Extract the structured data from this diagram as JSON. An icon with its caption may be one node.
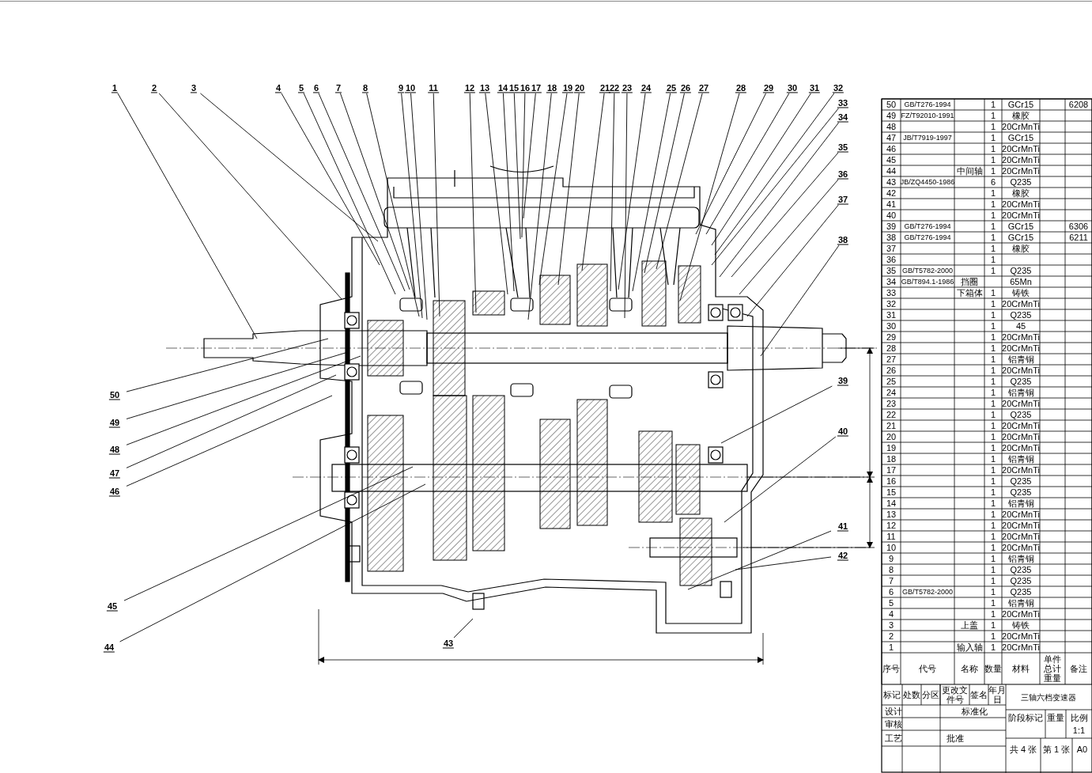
{
  "diagram": {
    "title": "三轴六档变速器",
    "nodes": [
      {
        "text": [
          "1"
        ]
      },
      {
        "text": [
          "2"
        ]
      },
      {
        "text": [
          "3"
        ]
      },
      {
        "text": [
          "4"
        ]
      },
      {
        "text": [
          "5"
        ]
      },
      {
        "text": [
          "6"
        ]
      },
      {
        "text": [
          "7"
        ]
      },
      {
        "text": [
          "8"
        ]
      },
      {
        "text": [
          "9"
        ]
      },
      {
        "text": [
          "10"
        ]
      },
      {
        "text": [
          "11"
        ]
      },
      {
        "text": [
          "12"
        ]
      },
      {
        "text": [
          "13"
        ]
      },
      {
        "text": [
          "14"
        ]
      },
      {
        "text": [
          "15"
        ]
      },
      {
        "text": [
          "16"
        ]
      },
      {
        "text": [
          "17"
        ]
      },
      {
        "text": [
          "18"
        ]
      },
      {
        "text": [
          "19"
        ]
      },
      {
        "text": [
          "20"
        ]
      },
      {
        "text": [
          "21"
        ]
      },
      {
        "text": [
          "22"
        ]
      },
      {
        "text": [
          "23"
        ]
      },
      {
        "text": [
          "24"
        ]
      },
      {
        "text": [
          "25"
        ]
      },
      {
        "text": [
          "26"
        ]
      },
      {
        "text": [
          "27"
        ]
      },
      {
        "text": [
          "28"
        ]
      },
      {
        "text": [
          "29"
        ]
      },
      {
        "text": [
          "30"
        ]
      },
      {
        "text": [
          "31"
        ]
      },
      {
        "text": [
          "32"
        ]
      },
      {
        "text": [
          "33"
        ]
      },
      {
        "text": [
          "34"
        ]
      },
      {
        "text": [
          "35"
        ]
      },
      {
        "text": [
          "36"
        ]
      },
      {
        "text": [
          "37"
        ]
      },
      {
        "text": [
          "38"
        ]
      },
      {
        "text": [
          "39"
        ]
      },
      {
        "text": [
          "40"
        ]
      },
      {
        "text": [
          "41"
        ]
      },
      {
        "text": [
          "42"
        ]
      },
      {
        "text": [
          "43"
        ]
      },
      {
        "text": [
          "44"
        ]
      },
      {
        "text": [
          "45"
        ]
      },
      {
        "text": [
          "46"
        ]
      },
      {
        "text": [
          "47"
        ]
      },
      {
        "text": [
          "48"
        ]
      },
      {
        "text": [
          "49"
        ]
      },
      {
        "text": [
          "50"
        ]
      }
    ],
    "edges": [
      {
        "from": 0,
        "to": null,
        "arrow": "none"
      },
      {
        "from": 1,
        "to": null,
        "arrow": "none"
      },
      {
        "from": 2,
        "to": null,
        "arrow": "none"
      },
      {
        "from": 3,
        "to": null,
        "arrow": "none"
      },
      {
        "from": 4,
        "to": null,
        "arrow": "none"
      },
      {
        "from": 5,
        "to": null,
        "arrow": "none"
      },
      {
        "from": 6,
        "to": null,
        "arrow": "none"
      },
      {
        "from": 7,
        "to": null,
        "arrow": "none"
      },
      {
        "from": 8,
        "to": null,
        "arrow": "none"
      },
      {
        "from": 9,
        "to": null,
        "arrow": "none"
      },
      {
        "from": 10,
        "to": null,
        "arrow": "none"
      },
      {
        "from": 11,
        "to": null,
        "arrow": "none"
      },
      {
        "from": 12,
        "to": null,
        "arrow": "none"
      },
      {
        "from": 13,
        "to": null,
        "arrow": "none"
      },
      {
        "from": 14,
        "to": null,
        "arrow": "none"
      },
      {
        "from": 15,
        "to": null,
        "arrow": "none"
      },
      {
        "from": 16,
        "to": null,
        "arrow": "none"
      },
      {
        "from": 17,
        "to": null,
        "arrow": "none"
      },
      {
        "from": 18,
        "to": null,
        "arrow": "none"
      },
      {
        "from": 19,
        "to": null,
        "arrow": "none"
      },
      {
        "from": 20,
        "to": null,
        "arrow": "none"
      },
      {
        "from": 21,
        "to": null,
        "arrow": "none"
      },
      {
        "from": 22,
        "to": null,
        "arrow": "none"
      },
      {
        "from": 23,
        "to": null,
        "arrow": "none"
      },
      {
        "from": 24,
        "to": null,
        "arrow": "none"
      },
      {
        "from": 25,
        "to": null,
        "arrow": "none"
      },
      {
        "from": 26,
        "to": null,
        "arrow": "none"
      },
      {
        "from": 27,
        "to": null,
        "arrow": "none"
      },
      {
        "from": 28,
        "to": null,
        "arrow": "none"
      },
      {
        "from": 29,
        "to": null,
        "arrow": "none"
      },
      {
        "from": 30,
        "to": null,
        "arrow": "none"
      },
      {
        "from": 31,
        "to": null,
        "arrow": "none"
      },
      {
        "from": 32,
        "to": null,
        "arrow": "none"
      },
      {
        "from": 33,
        "to": null,
        "arrow": "none"
      },
      {
        "from": 34,
        "to": null,
        "arrow": "none"
      },
      {
        "from": 35,
        "to": null,
        "arrow": "none"
      },
      {
        "from": 36,
        "to": null,
        "arrow": "none"
      },
      {
        "from": 37,
        "to": null,
        "arrow": "none"
      },
      {
        "from": 38,
        "to": null,
        "arrow": "none"
      },
      {
        "from": 39,
        "to": null,
        "arrow": "none"
      },
      {
        "from": 40,
        "to": null,
        "arrow": "none"
      },
      {
        "from": 41,
        "to": null,
        "arrow": "none"
      },
      {
        "from": 42,
        "to": null,
        "arrow": "none"
      },
      {
        "from": 43,
        "to": null,
        "arrow": "none"
      },
      {
        "from": 44,
        "to": null,
        "arrow": "none"
      },
      {
        "from": 45,
        "to": null,
        "arrow": "none"
      },
      {
        "from": 46,
        "to": null,
        "arrow": "none"
      },
      {
        "from": 47,
        "to": null,
        "arrow": "none"
      },
      {
        "from": 48,
        "to": null,
        "arrow": "none"
      },
      {
        "from": 49,
        "to": null,
        "arrow": "none"
      }
    ],
    "labels": [
      "50",
      "GB/T276-1994",
      "1",
      "GCr15",
      "6208",
      "49",
      "FZ/T92010-1991",
      "1",
      "橡胶",
      "48",
      "1",
      "20CrMnTi",
      "47",
      "JB/T7919-1997",
      "1",
      "GCr15",
      "46",
      "1",
      "20CrMnTi",
      "45",
      "1",
      "20CrMnTi",
      "44",
      "中间轴",
      "1",
      "20CrMnTi",
      "43",
      "JB/ZQ4450-1986",
      "6",
      "Q235",
      "42",
      "1",
      "橡胶",
      "41",
      "1",
      "20CrMnTi",
      "40",
      "1",
      "20CrMnTi",
      "39",
      "GB/T276-1994",
      "1",
      "GCr15",
      "6306",
      "38",
      "GB/T276-1994",
      "1",
      "GCr15",
      "6211",
      "37",
      "1",
      "橡胶",
      "36",
      "1",
      "35",
      "GB/T5782-2000",
      "1",
      "Q235",
      "34",
      "GB/T894.1-1986",
      "挡圈",
      "65Mn",
      "33",
      "下箱体",
      "1",
      "铸铁",
      "32",
      "1",
      "20CrMnTi",
      "31",
      "1",
      "Q235",
      "30",
      "1",
      "45",
      "29",
      "1",
      "20CrMnTi",
      "28",
      "1",
      "20CrMnTi",
      "27",
      "1",
      "铝青铜",
      "26",
      "1",
      "20CrMnTi",
      "25",
      "1",
      "Q235",
      "24",
      "1",
      "铝青铜",
      "23",
      "1",
      "20CrMnTi",
      "22",
      "1",
      "Q235",
      "21",
      "1",
      "20CrMnTi",
      "20",
      "1",
      "20CrMnTi",
      "19",
      "1",
      "20CrMnTi",
      "18",
      "1",
      "铝青铜",
      "17",
      "1",
      "20CrMnTi",
      "16",
      "1",
      "Q235",
      "15",
      "1",
      "Q235",
      "14",
      "1",
      "铝青铜",
      "13",
      "1",
      "20CrMnTi",
      "12",
      "1",
      "20CrMnTi",
      "11",
      "1",
      "20CrMnTi",
      "10",
      "1",
      "20CrMnTi",
      "9",
      "1",
      "铝青铜",
      "8",
      "1",
      "Q235",
      "7",
      "1",
      "Q235",
      "6",
      "GB/T5782-2000",
      "1",
      "Q235",
      "5",
      "1",
      "铝青铜",
      "4",
      "1",
      "20CrMnTi",
      "3",
      "上盖",
      "1",
      "铸铁",
      "2",
      "1",
      "20CrMnTi",
      "1",
      "输入轴",
      "1",
      "20CrMnTi",
      "序号",
      "代号",
      "名称",
      "数量",
      "材料",
      "单件总计重量",
      "备注",
      "标记",
      "处数",
      "分区",
      "更改文件号",
      "签名",
      "年月日",
      "设计",
      "标准化",
      "阶段标记",
      "重量",
      "比例",
      "1:1",
      "审核",
      "工艺",
      "批准",
      "共 4 张",
      "第 1 张",
      "A0"
    ]
  }
}
